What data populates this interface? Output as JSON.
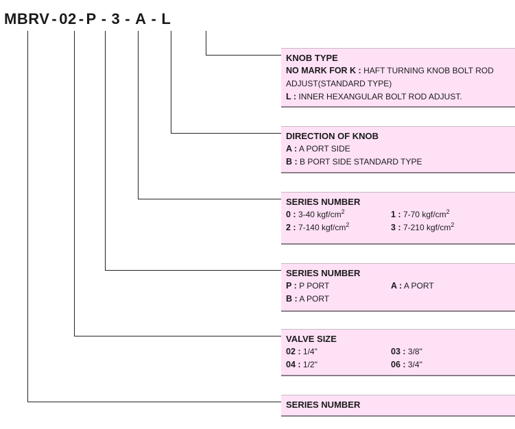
{
  "model_code": {
    "parts": [
      "MBRV",
      "02",
      "P",
      "3",
      "A",
      "L"
    ],
    "separator": "-"
  },
  "boxes": {
    "knob_type": {
      "title": "KNOB TYPE",
      "rows": [
        {
          "key": "NO MARK FOR K :",
          "value": "HAFT TURNING KNOB BOLT ROD ADJUST(STANDARD TYPE)"
        },
        {
          "key": "L :",
          "value": "INNER HEXANGULAR BOLT ROD ADJUST."
        }
      ]
    },
    "direction": {
      "title": "DIRECTION OF KNOB",
      "rows": [
        {
          "key": "A :",
          "value": "A PORT SIDE"
        },
        {
          "key": "B :",
          "value": "B PORT SIDE STANDARD TYPE"
        }
      ]
    },
    "series_pressure": {
      "title": "SERIES NUMBER",
      "unit_base": "kgf/cm",
      "unit_exp": "2",
      "items": [
        {
          "key": "0 :",
          "value": "3-40"
        },
        {
          "key": "1 :",
          "value": "7-70"
        },
        {
          "key": "2 :",
          "value": "7-140"
        },
        {
          "key": "3 :",
          "value": "7-210"
        }
      ]
    },
    "series_port": {
      "title": "SERIES NUMBER",
      "items": [
        {
          "key": "P :",
          "value": "P PORT"
        },
        {
          "key": "A :",
          "value": "A PORT"
        },
        {
          "key": "B :",
          "value": "A PORT"
        }
      ]
    },
    "valve_size": {
      "title": "VALVE SIZE",
      "items": [
        {
          "key": "02 :",
          "value": "1/4\""
        },
        {
          "key": "03 :",
          "value": "3/8\""
        },
        {
          "key": "04 :",
          "value": "1/2\""
        },
        {
          "key": "06 :",
          "value": "3/4\""
        }
      ]
    },
    "series_base": {
      "title": "SERIES NUMBER"
    }
  },
  "colors": {
    "box_fill": "#ffe1f6",
    "line": "#222222"
  }
}
